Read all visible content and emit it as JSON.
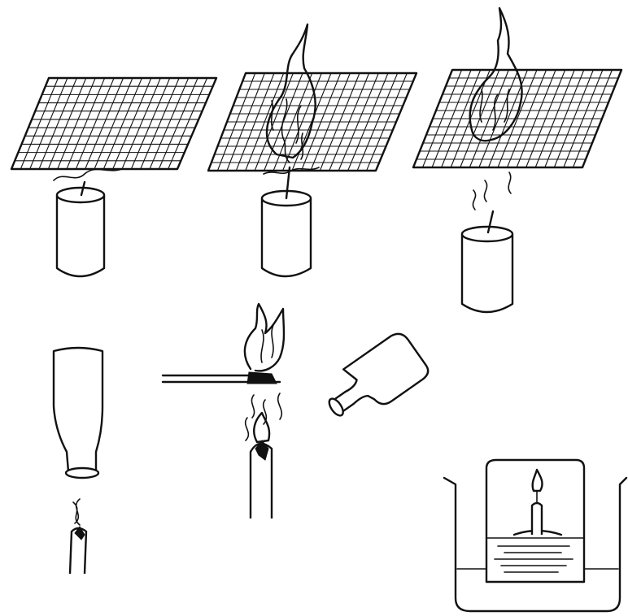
{
  "figure": {
    "panels": [
      {
        "id": "candle-under-gauze"
      },
      {
        "id": "flame-through-gauze"
      },
      {
        "id": "flame-above-gauze-extinguished"
      },
      {
        "id": "smoke-relights-in-inverted-bottle"
      },
      {
        "id": "splint-relights-candle"
      },
      {
        "id": "tilted-bottle"
      },
      {
        "id": "candle-in-beaker-with-water"
      }
    ]
  }
}
